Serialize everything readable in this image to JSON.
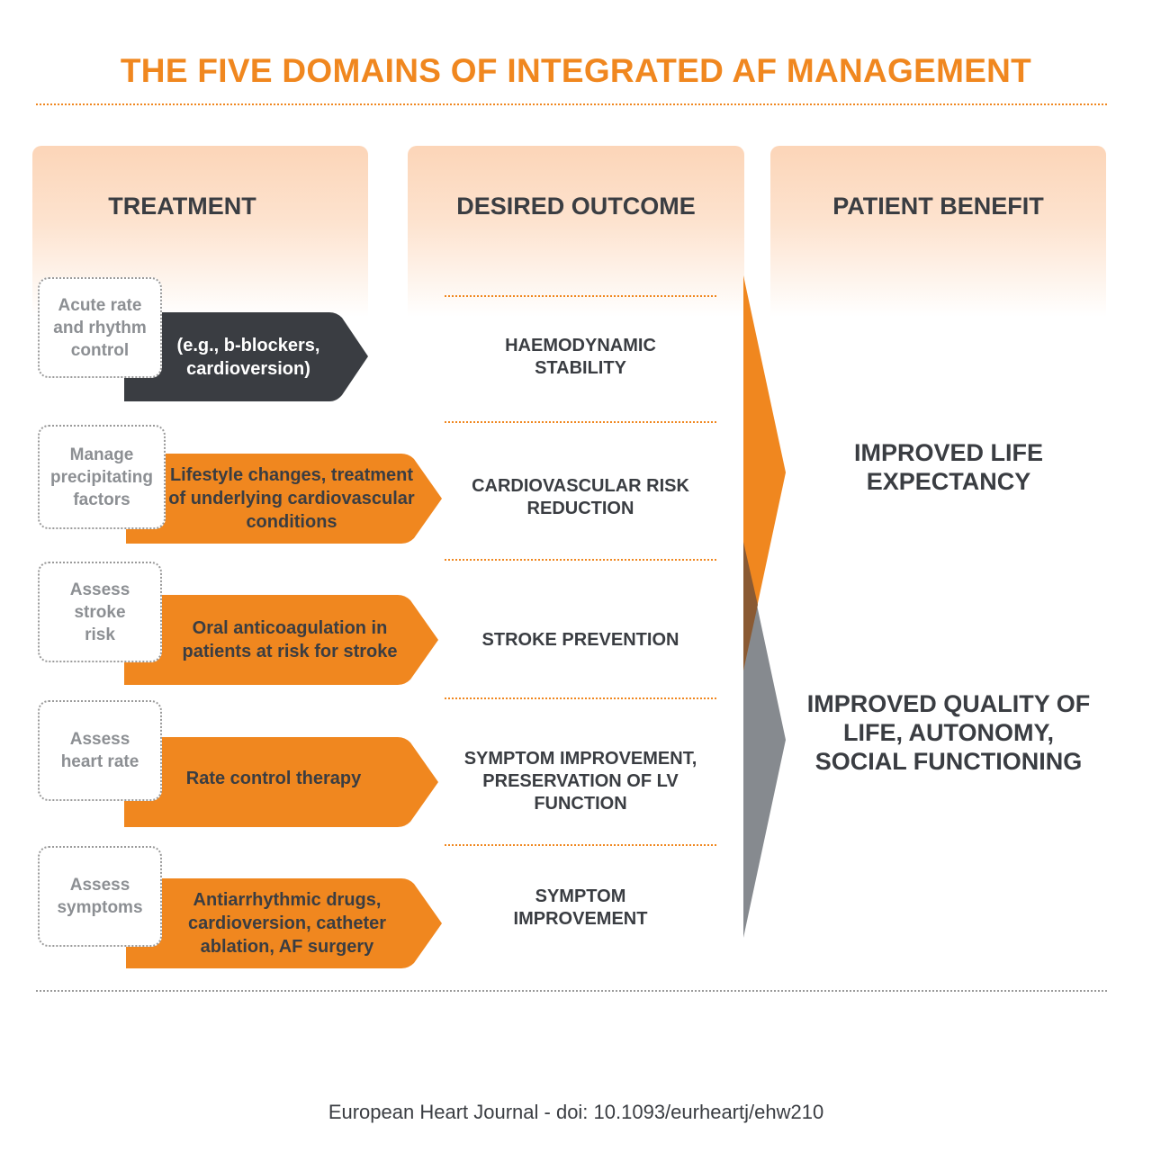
{
  "title": "THE FIVE DOMAINS OF INTEGRATED AF MANAGEMENT",
  "columns": {
    "treatment": "TREATMENT",
    "outcome": "DESIRED OUTCOME",
    "benefit": "PATIENT BENEFIT"
  },
  "rows": [
    {
      "domain": "Acute rate and rhythm control",
      "treatment": "(e.g., b-blockers, cardioversion)",
      "outcome": "HAEMODYNAMIC STABILITY"
    },
    {
      "domain": "Manage precipitating factors",
      "treatment": "Lifestyle changes, treatment of underlying cardiovascular conditions",
      "outcome": "CARDIOVASCULAR RISK REDUCTION"
    },
    {
      "domain": "Assess stroke risk",
      "treatment": "Oral anticoagulation in patients at risk for stroke",
      "outcome": "STROKE PREVENTION"
    },
    {
      "domain": "Assess heart rate",
      "treatment": "Rate control therapy",
      "outcome": "SYMPTOM IMPROVEMENT, PRESERVATION OF LV FUNCTION"
    },
    {
      "domain": "Assess symptoms",
      "treatment": "Antiarrhythmic drugs, cardioversion, catheter ablation, AF surgery",
      "outcome": "SYMPTOM IMPROVEMENT"
    }
  ],
  "benefits": [
    "IMPROVED LIFE EXPECTANCY",
    "IMPROVED QUALITY OF LIFE, AUTONOMY, SOCIAL FUNCTIONING"
  ],
  "source": "European Heart Journal - doi: 10.1093/eurheartj/ehw210",
  "colors": {
    "accent": "#f0871f",
    "dark_arrow": "#3a3d42",
    "grey_chevron": "#868a8f",
    "header_tint": "#fcd5b8"
  }
}
